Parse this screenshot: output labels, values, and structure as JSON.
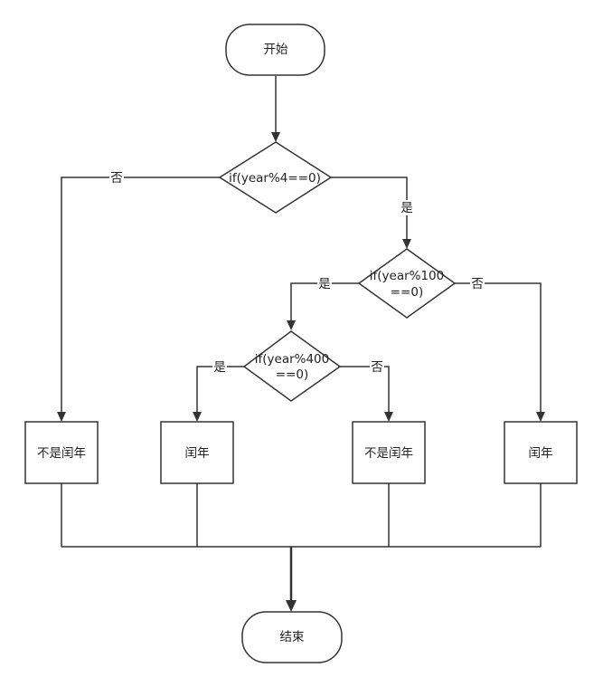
{
  "nodes": {
    "start": "开始",
    "cond4": "if(year%4==0)",
    "cond100_line1": "if(year%100",
    "cond100_line2": "==0)",
    "cond400_line1": "if(year%400",
    "cond400_line2": "==0)",
    "box1": "不是闰年",
    "box2": "闰年",
    "box3": "不是闰年",
    "box4": "闰年",
    "end": "结束"
  },
  "edge_labels": {
    "cond4_no": "否",
    "cond4_yes": "是",
    "cond100_yes": "是",
    "cond100_no": "否",
    "cond400_yes": "是",
    "cond400_no": "否"
  }
}
